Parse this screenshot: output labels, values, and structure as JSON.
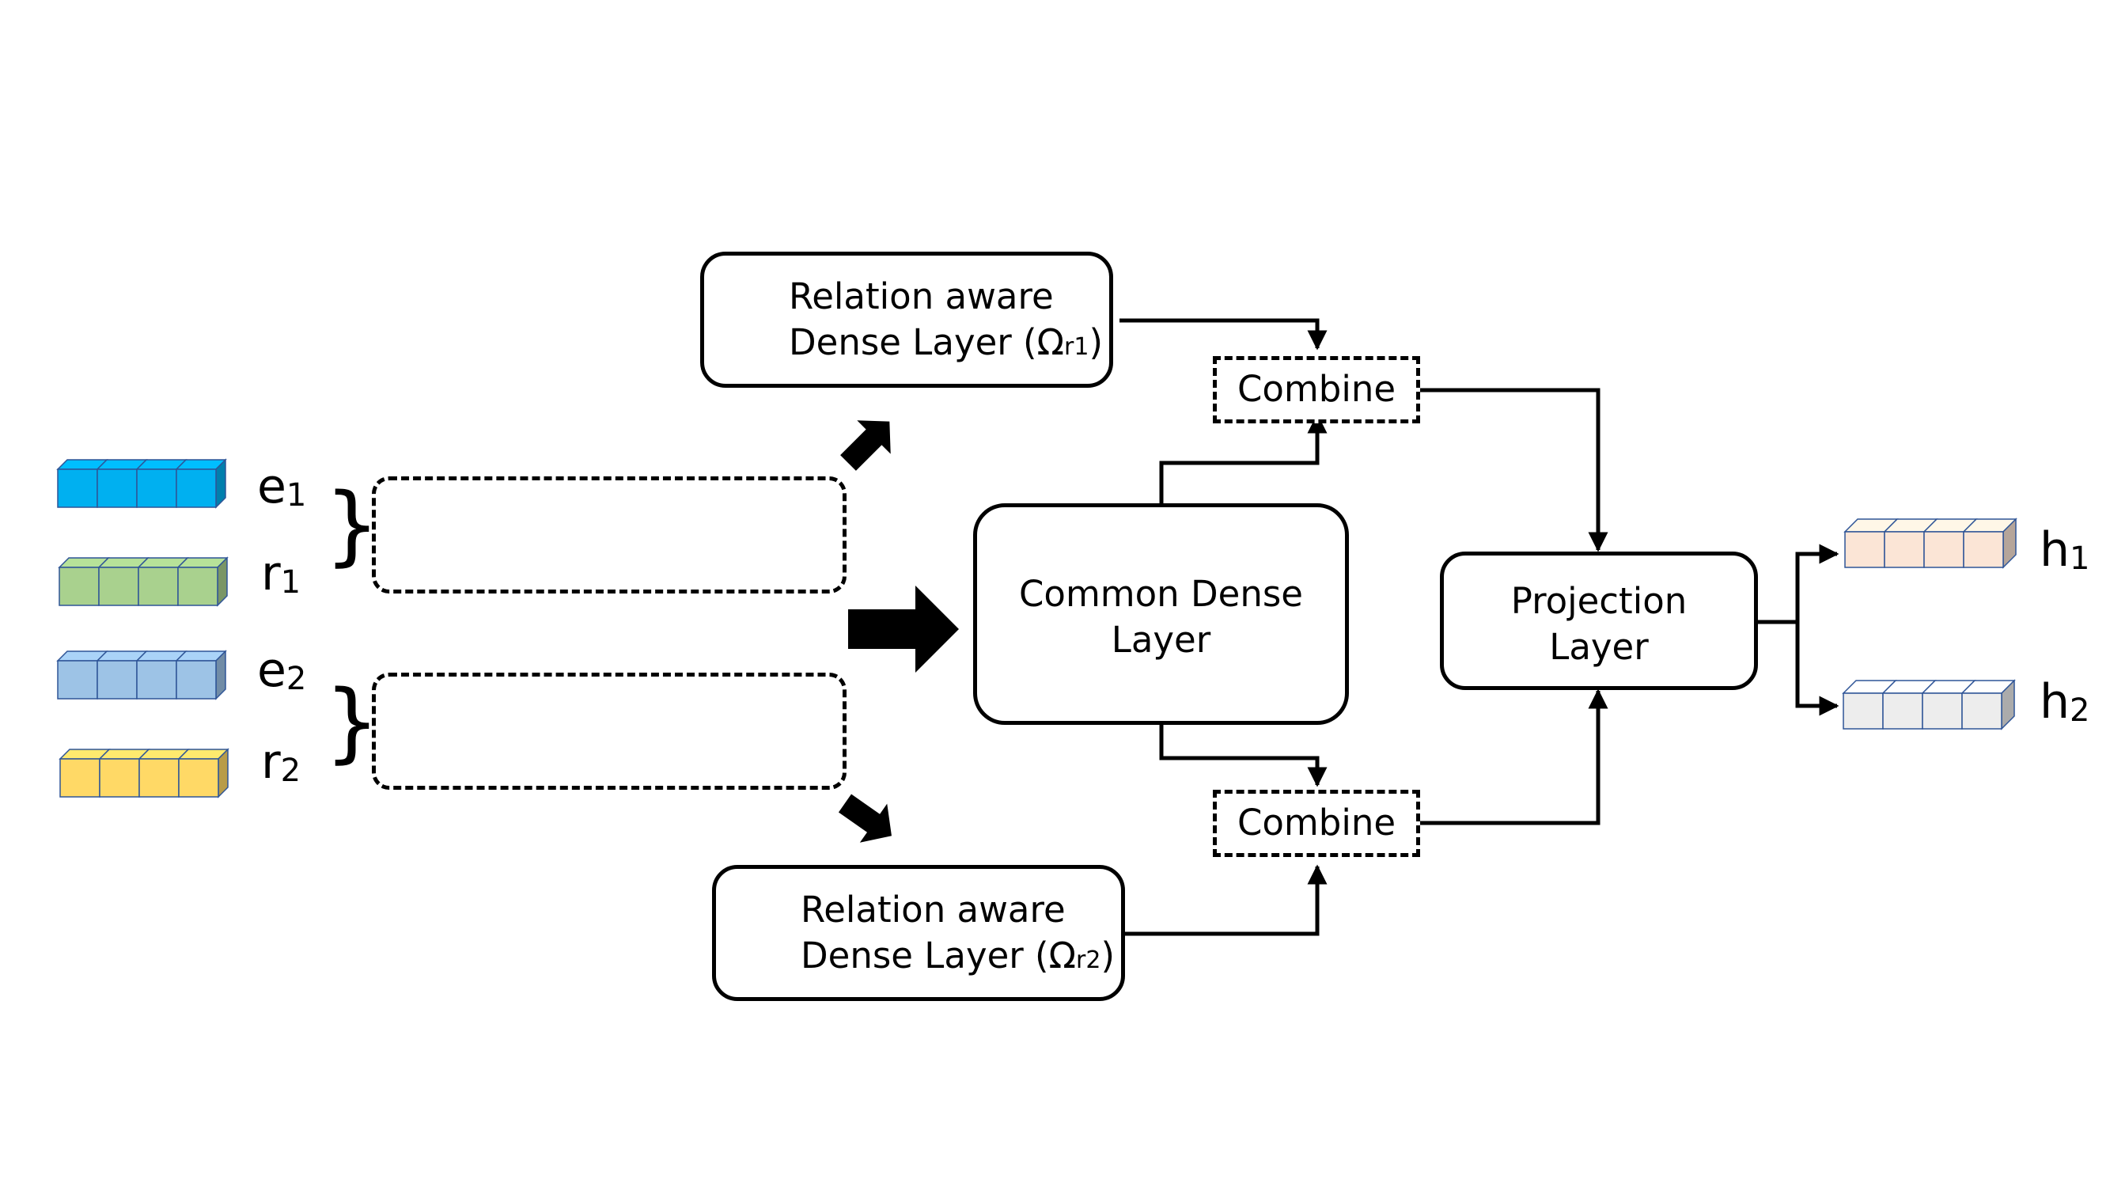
{
  "inputs": {
    "e1": {
      "base": "e",
      "sub": "1"
    },
    "r1": {
      "base": "r",
      "sub": "1"
    },
    "e2": {
      "base": "e",
      "sub": "2"
    },
    "r2": {
      "base": "r",
      "sub": "2"
    }
  },
  "brace_glyph": "}",
  "relation_top": {
    "line1": "Relation aware",
    "line2": "Dense Layer (Ω",
    "sub": "r1",
    "close": ")"
  },
  "relation_bottom": {
    "line1": "Relation aware",
    "line2": "Dense Layer (Ω",
    "sub": "r2",
    "close": ")"
  },
  "common": {
    "line1": "Common Dense",
    "line2": "Layer"
  },
  "combine_top": "Combine",
  "combine_bottom": "Combine",
  "projection": {
    "line1": "Projection",
    "line2": "Layer"
  },
  "outputs": {
    "h1": {
      "base": "h",
      "sub": "1"
    },
    "h2": {
      "base": "h",
      "sub": "2"
    }
  },
  "colors": {
    "e1": "#00b0f0",
    "r1": "#a9d18e",
    "e2": "#9dc3e6",
    "r2": "#ffd966",
    "h1": "#fbe5d6",
    "h2": "#ededed",
    "cell_border": "#2f5597"
  }
}
